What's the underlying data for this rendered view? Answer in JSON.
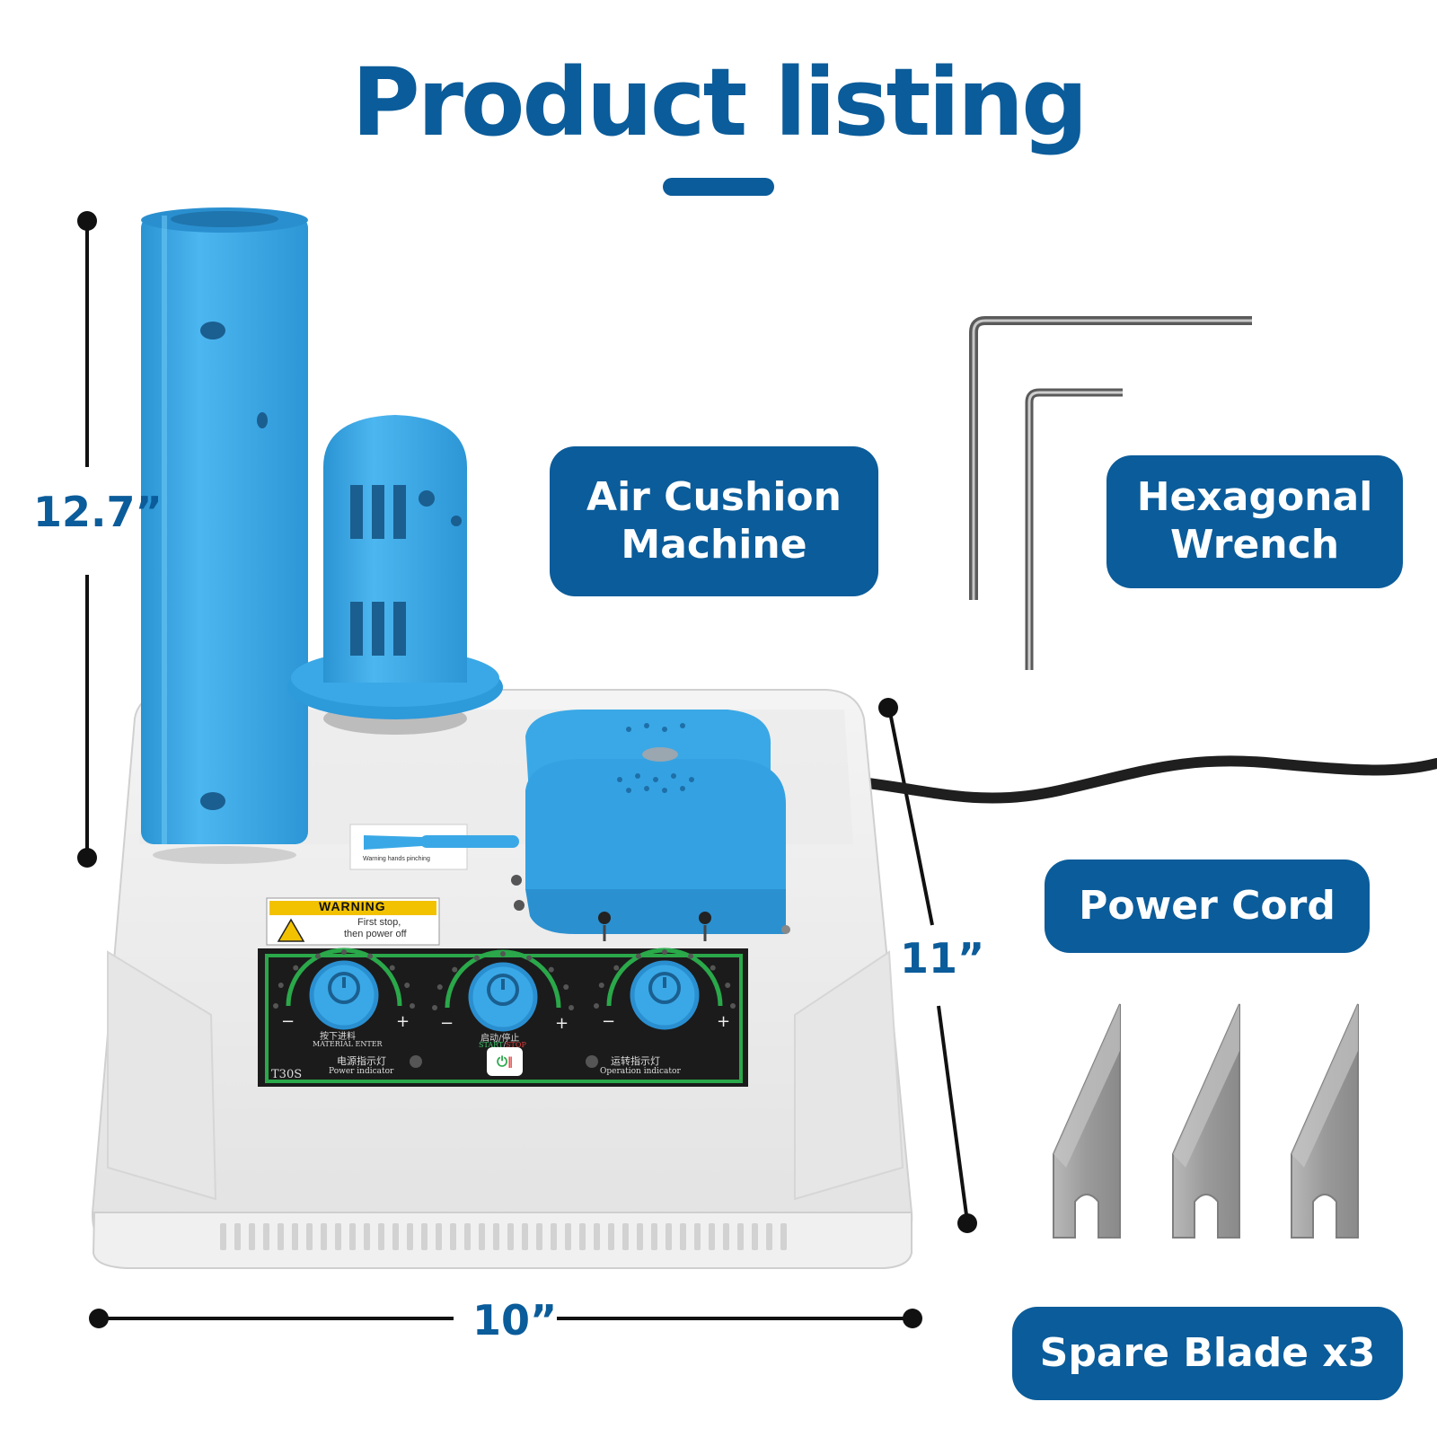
{
  "header": {
    "title": "Product listing"
  },
  "labels": {
    "machine": [
      "Air Cushion",
      "Machine"
    ],
    "wrench": [
      "Hexagonal",
      "Wrench"
    ],
    "cord": "Power Cord",
    "blades": "Spare Blade x3"
  },
  "dimensions": {
    "height": "12.7”",
    "depth": "11”",
    "width": "10”"
  },
  "panel": {
    "model": "T30S",
    "warning_title": "WARNING",
    "warning_line1": "First stop,",
    "warning_line2": "then power off",
    "sticker_text": "Warning hands pinching",
    "knob1_zh": "按下进料",
    "knob1_en": "MATERIAL ENTER",
    "knob2_zh": "启动/停止",
    "knob2_en_start": "START",
    "knob2_en_stop": "STOP",
    "power_zh": "电源指示灯",
    "power_en": "Power indicator",
    "op_zh": "运转指示灯",
    "op_en": "Operation indicator"
  },
  "colors": {
    "brand_blue": "#0b5c9a",
    "part_blue": "#34a7e6",
    "machine_white": "#efefef",
    "panel_black": "#1b1b1b",
    "panel_green": "#2aa84a",
    "blade_gray": "#9b9b9b"
  }
}
